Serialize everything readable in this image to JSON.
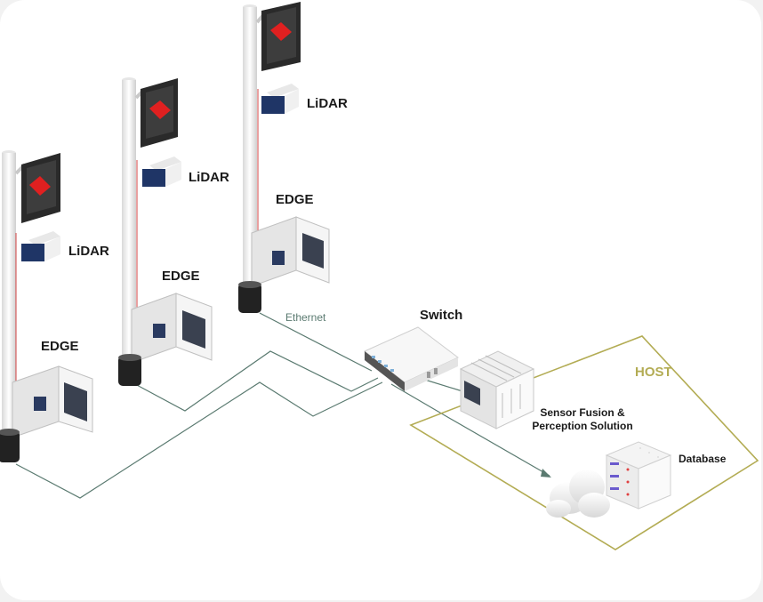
{
  "diagram": {
    "poles": [
      {
        "lidar_label": "LiDAR",
        "edge_label": "EDGE"
      },
      {
        "lidar_label": "LiDAR",
        "edge_label": "EDGE"
      },
      {
        "lidar_label": "LiDAR",
        "edge_label": "EDGE"
      }
    ],
    "ethernet_label": "Ethernet",
    "switch_label": "Switch",
    "host_label": "HOST",
    "sensor_fusion_line1": "Sensor Fusion &",
    "sensor_fusion_line2": "Perception Solution",
    "database_label": "Database",
    "colors": {
      "connection_line": "#5a7a70",
      "host_border": "#b3ac54",
      "signal_red": "#e02020",
      "lidar_blue": "#1f3566",
      "cable_red": "#d04040"
    }
  }
}
